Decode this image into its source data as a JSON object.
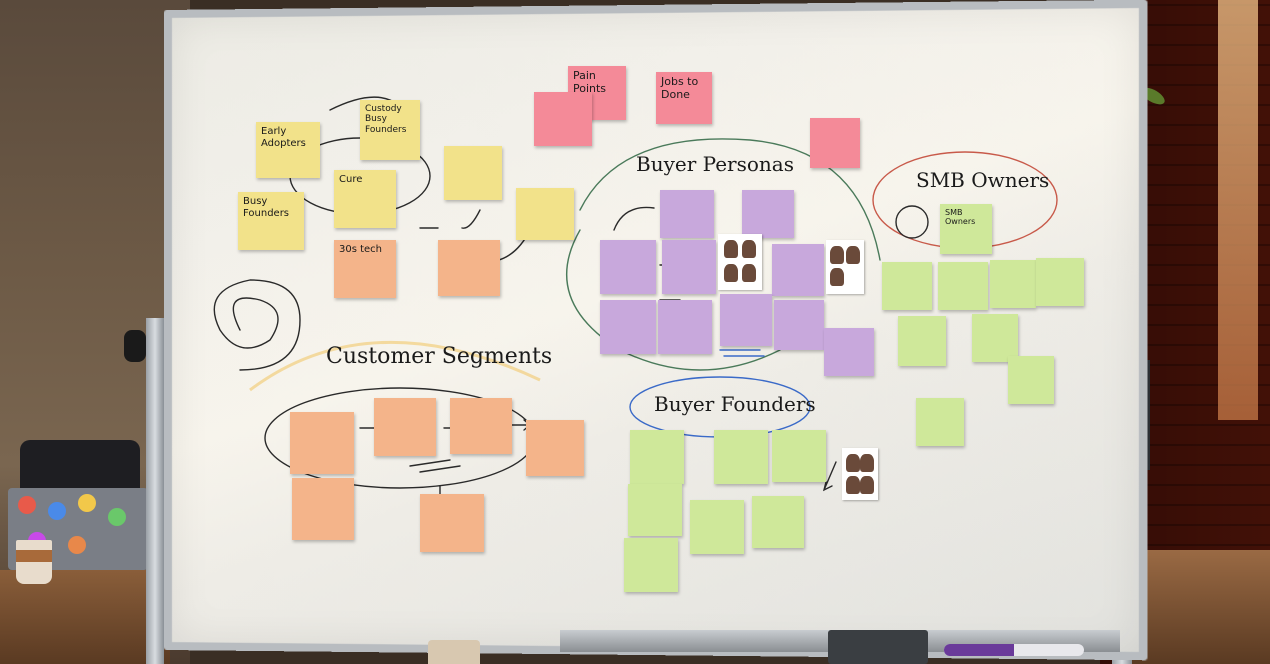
{
  "sections": {
    "customer_segments": "Customer Segments",
    "buyer_personas": "Buyer Personas",
    "smb_owners": "SMB Owners",
    "buyer_founders": "Buyer Founders"
  },
  "notes": {
    "pain_points": "Pain Points",
    "jobs_to_done": "Jobs to Done",
    "early_adopters": "Early Adopters",
    "busy_founders": "Busy Founders",
    "cure": "Cure",
    "thirty_tech": "30s tech",
    "smb_top": "SMB Owners",
    "customer_busy_founders": "Custody Busy Founders"
  },
  "colors": {
    "yellow": "#f2e28a",
    "orange": "#f4b48a",
    "pink": "#f48a98",
    "purple": "#c8a8dc",
    "green": "#cfe89a"
  }
}
